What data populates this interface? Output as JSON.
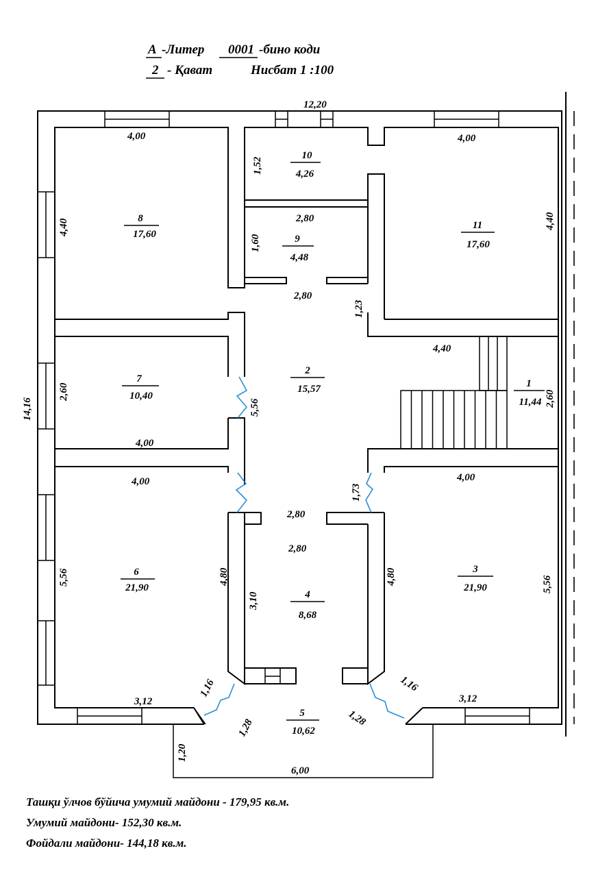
{
  "header": {
    "liter_value": "А",
    "liter_label": "-Литер",
    "code_value": "0001",
    "code_label": "-бино коди",
    "floor_value": "2",
    "floor_label": "- Қават",
    "scale": "Нисбат 1 :100"
  },
  "dimensions": {
    "overall_width": "12,20",
    "overall_height": "14,16",
    "room8_width": "4,00",
    "room8_height": "4,40",
    "room10_height": "1,52",
    "room11_width": "4,00",
    "room11_height": "4,40",
    "room9_width": "2,80",
    "room9_height": "1,60",
    "corridor_width_top": "2,80",
    "door_1_23": "1,23",
    "stair_length": "4,40",
    "room7_height": "2,60",
    "corridor_length": "5,56",
    "room1_height": "2,60",
    "room7_width": "4,00",
    "room6_width": "4,00",
    "room3_width": "4,00",
    "door_1_73": "1,73",
    "room4_top_width": "2,80",
    "room4_width": "2,80",
    "room6_height": "5,56",
    "room6_inner_height": "4,80",
    "room4_height": "3,10",
    "room3_inner_height": "4,80",
    "room3_height": "5,56",
    "room6_bottom_left": "1,16",
    "room6_bottom_width": "3,12",
    "room3_bottom_right": "1,16",
    "room3_bottom_width": "3,12",
    "porch_diag_left": "1,28",
    "porch_diag_right": "1,28",
    "porch_depth": "1,20",
    "porch_width": "6,00"
  },
  "rooms": [
    {
      "id": "r1",
      "number": "1",
      "area": "11,44"
    },
    {
      "id": "r2",
      "number": "2",
      "area": "15,57"
    },
    {
      "id": "r3",
      "number": "3",
      "area": "21,90"
    },
    {
      "id": "r4",
      "number": "4",
      "area": "8,68"
    },
    {
      "id": "r5",
      "number": "5",
      "area": "10,62"
    },
    {
      "id": "r6",
      "number": "6",
      "area": "21,90"
    },
    {
      "id": "r7",
      "number": "7",
      "area": "10,40"
    },
    {
      "id": "r8",
      "number": "8",
      "area": "17,60"
    },
    {
      "id": "r9",
      "number": "9",
      "area": "4,48"
    },
    {
      "id": "r10",
      "number": "10",
      "area": "4,26"
    },
    {
      "id": "r11",
      "number": "11",
      "area": "17,60"
    }
  ],
  "footer": {
    "line1": "Ташқи ўлчов бўйича умумий майдони - 179,95 кв.м.",
    "line2": "Умумий майдони- 152,30 кв.м.",
    "line3": "Фойдали майдони-  144,18 кв.м."
  },
  "colors": {
    "lines": "#000000",
    "doors": "#2a8fd4",
    "background": "#ffffff"
  }
}
